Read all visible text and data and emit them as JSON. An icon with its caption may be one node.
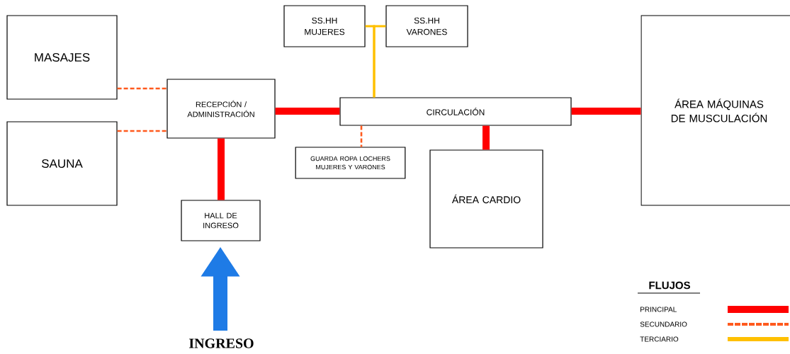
{
  "diagram": {
    "nodes": [
      {
        "text": [
          "MASAJES"
        ]
      },
      {
        "text": [
          "SAUNA"
        ]
      },
      {
        "text": [
          "RECEPCIÓN / ADMINISTRACIÓN"
        ]
      },
      {
        "text": [
          "HALL DE INGRESO"
        ]
      },
      {
        "text": [
          "INGRESO"
        ]
      },
      {
        "text": [
          "SS.HH MUJERES"
        ]
      },
      {
        "text": [
          "SS.HH VARONES"
        ]
      },
      {
        "text": [
          "CIRCULACIÓN"
        ]
      },
      {
        "text": [
          "GUARDA ROPA LOCHERS MUJERES Y VARONES"
        ]
      },
      {
        "text": [
          "ÁREA CARDIO"
        ]
      },
      {
        "text": [
          "ÁREA MÁQUINAS DE MUSCULACIÓN"
        ]
      }
    ],
    "edges": [
      {
        "from": 0,
        "to": 2,
        "arrow": "none",
        "style": "dashed",
        "color": "#ff5a1e"
      },
      {
        "from": 1,
        "to": 2,
        "arrow": "none",
        "style": "dashed",
        "color": "#ff5a1e"
      },
      {
        "from": 2,
        "to": 7,
        "arrow": "none",
        "style": "thick",
        "color": "#ff0000"
      },
      {
        "from": 2,
        "to": 3,
        "arrow": "none",
        "style": "thick",
        "color": "#ff0000"
      },
      {
        "from": 7,
        "to": 10,
        "arrow": "none",
        "style": "thick",
        "color": "#ff0000"
      },
      {
        "from": 7,
        "to": 9,
        "arrow": "none",
        "style": "thick",
        "color": "#ff0000"
      },
      {
        "from": 7,
        "to": 8,
        "arrow": "none",
        "style": "dashed",
        "color": "#ff5a1e"
      },
      {
        "from": 5,
        "to": 7,
        "arrow": "none",
        "color": "#ffc000"
      },
      {
        "from": 6,
        "to": 7,
        "arrow": "none",
        "color": "#ffc000"
      },
      {
        "from": 4,
        "to": 3,
        "arrow": "to",
        "style": "thick",
        "color": "#1e7be6"
      }
    ],
    "labels": [
      "FLUJOS"
    ],
    "legend": [
      {
        "text": "PRINCIPAL",
        "color": "#ff0000"
      },
      {
        "text": "SECUNDARIO",
        "color": "#ff5a1e"
      },
      {
        "text": "TERCIARIO",
        "color": "#ffc000"
      }
    ]
  }
}
